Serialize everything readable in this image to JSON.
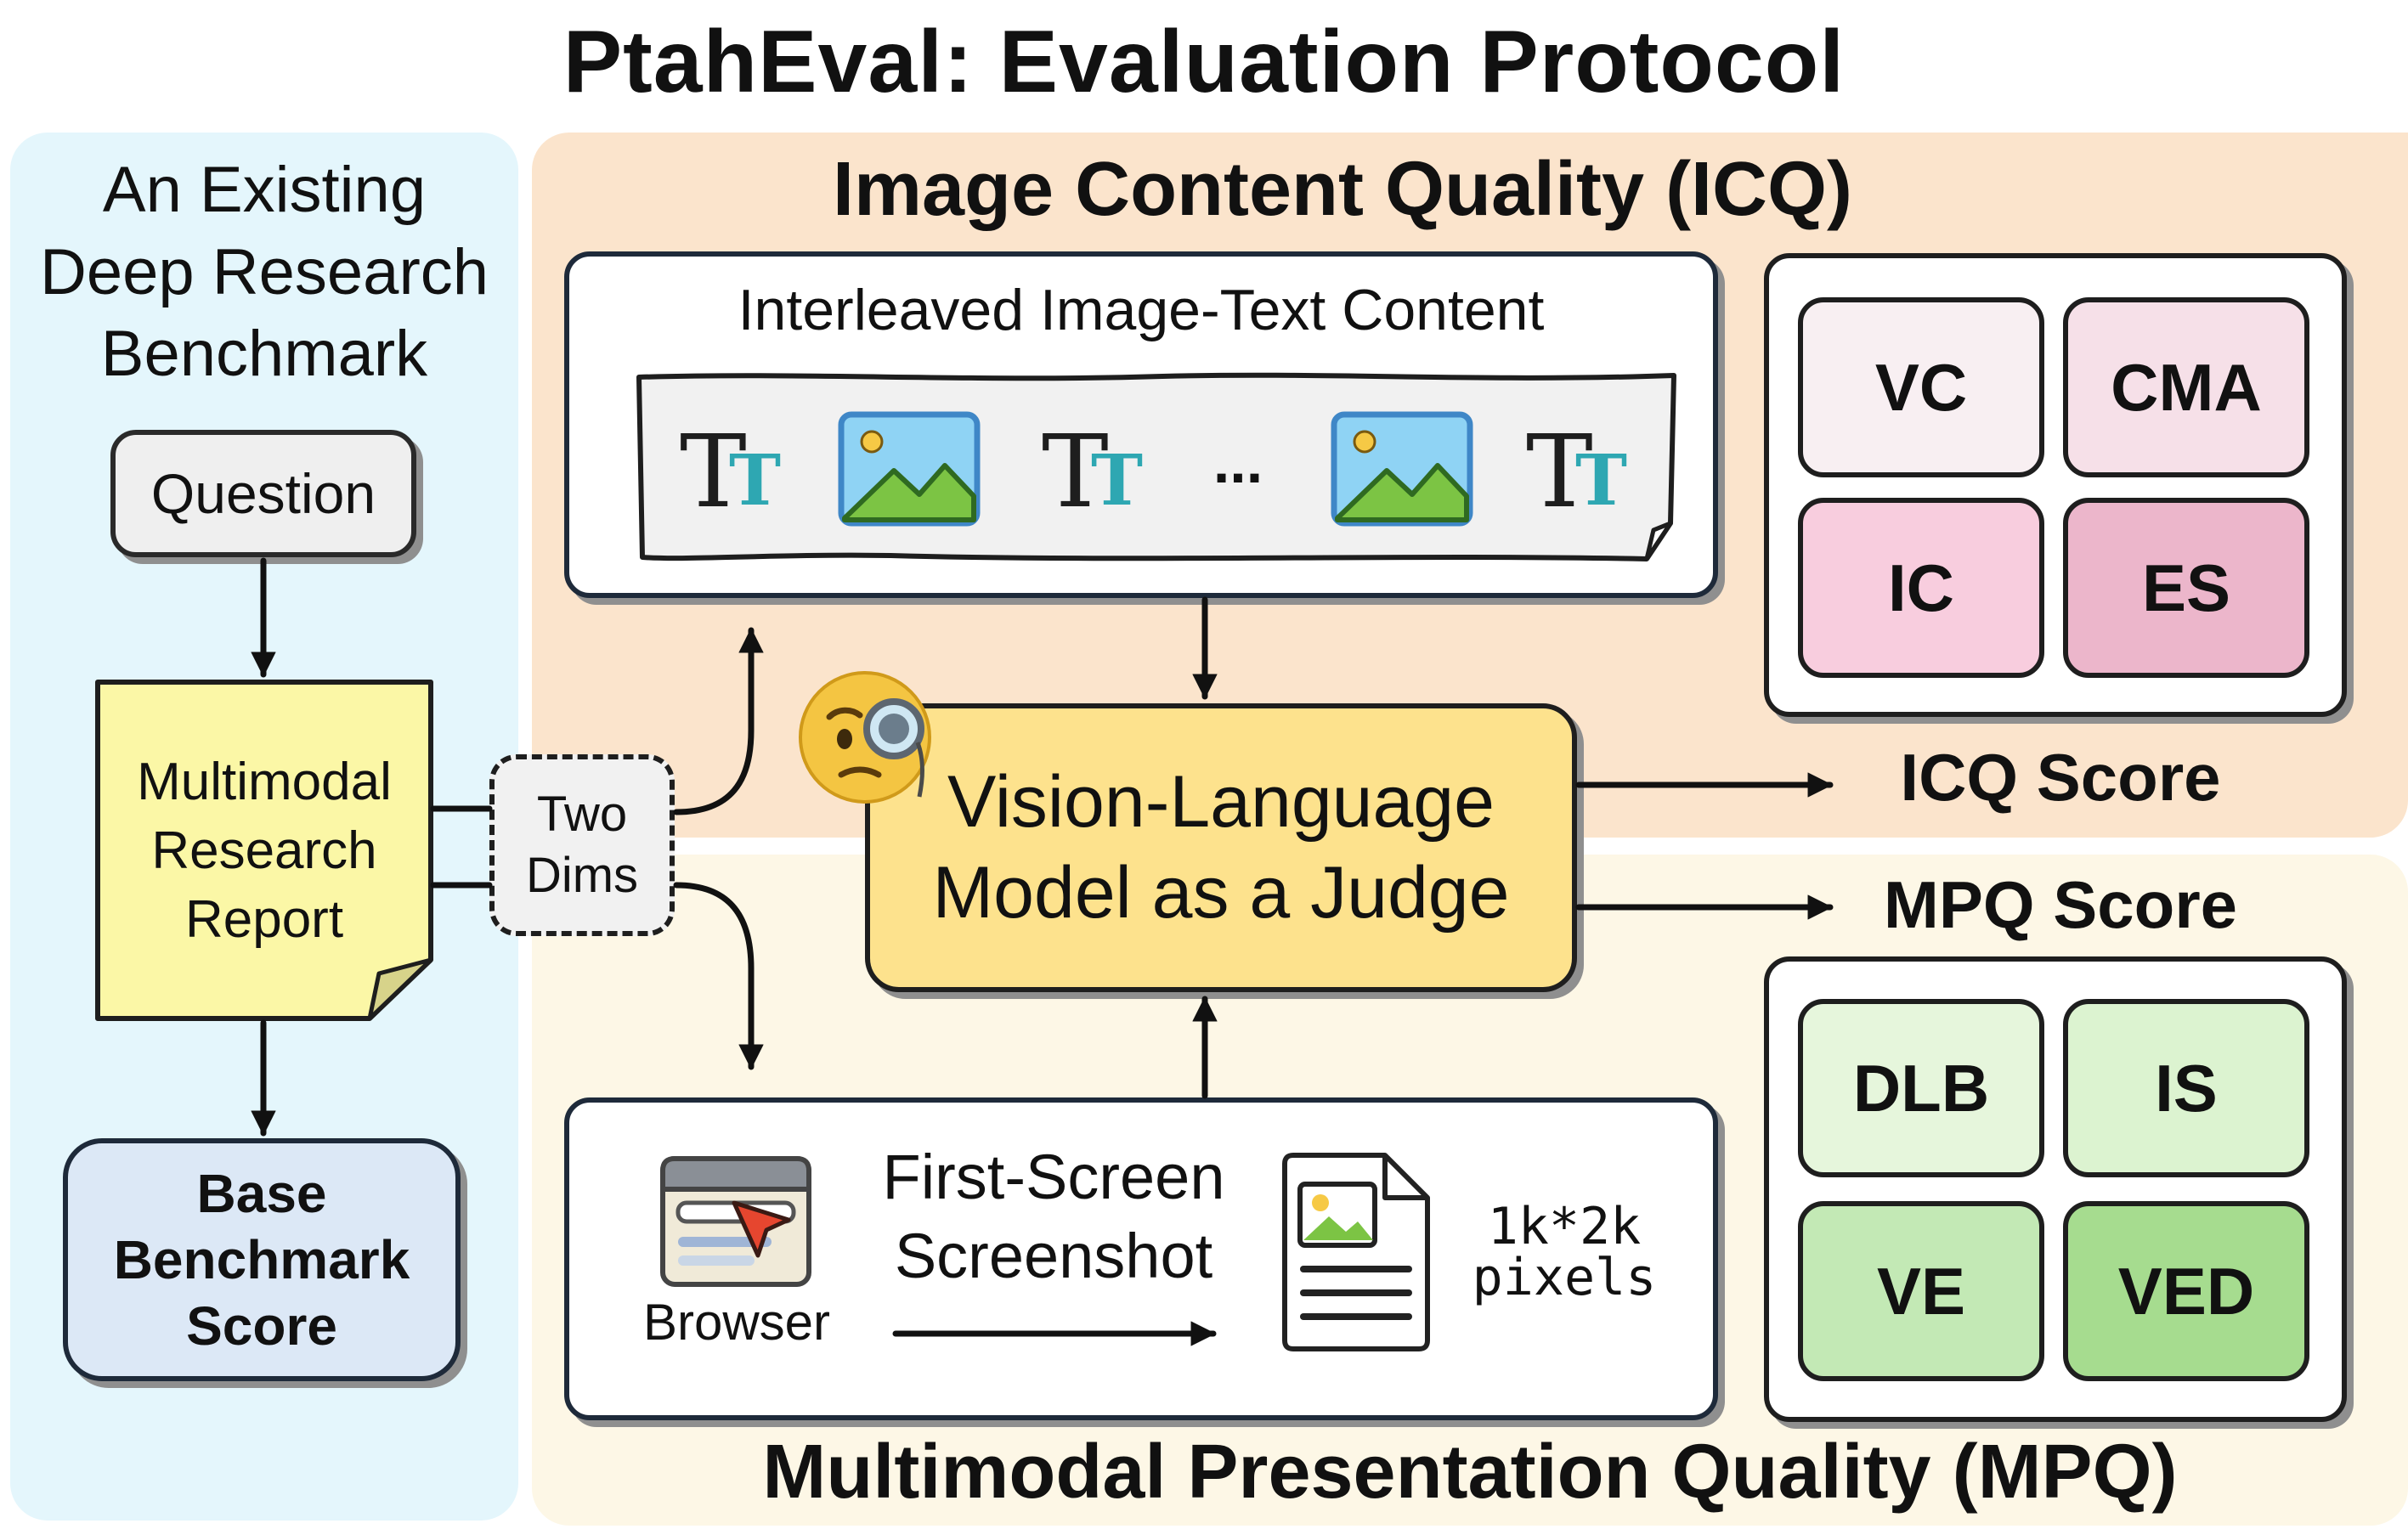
{
  "title": "PtahEval: Evaluation Protocol",
  "left": {
    "heading": [
      "An Existing",
      "Deep Research",
      "Benchmark"
    ],
    "question": "Question",
    "report": [
      "Multimodal",
      "Research",
      "Report"
    ],
    "base_score": [
      "Base",
      "Benchmark",
      "Score"
    ]
  },
  "two_dims": [
    "Two",
    "Dims"
  ],
  "icq": {
    "title": "Image Content Quality (ICQ)",
    "content_title": "Interleaved Image-Text Content",
    "text_glyph_big": "T",
    "text_glyph_small": "T",
    "ellipsis": "...",
    "metrics": [
      "VC",
      "CMA",
      "IC",
      "ES"
    ],
    "score": "ICQ Score"
  },
  "judge": [
    "Vision-Language",
    "Model as a Judge"
  ],
  "mpq": {
    "title": "Multimodal Presentation Quality (MPQ)",
    "browser": "Browser",
    "screenshot": [
      "First-Screen",
      "Screenshot"
    ],
    "pixels": [
      "1k*2k",
      "pixels"
    ],
    "metrics": [
      "DLB",
      "IS",
      "VE",
      "VED"
    ],
    "score": "MPQ Score"
  },
  "colors": {
    "left_bg": "#e4f6fc",
    "icq_bg": "#fbe4cc",
    "mpq_bg": "#fdf7e6",
    "judge_fill": "#fde28d",
    "report_fill": "#fbf7a6",
    "base_fill": "#dce8f6",
    "icq_metrics": [
      "#f8eff2",
      "#f6e0e8",
      "#f8cdde",
      "#ecb6cb"
    ],
    "mpq_metrics": [
      "#e6f6dc",
      "#dcf3d0",
      "#c3e9b5",
      "#a6dc8f"
    ]
  },
  "icons": [
    "text-icon",
    "image-icon",
    "browser-icon",
    "cursor-icon",
    "document-icon",
    "monocle-emoji-icon"
  ]
}
